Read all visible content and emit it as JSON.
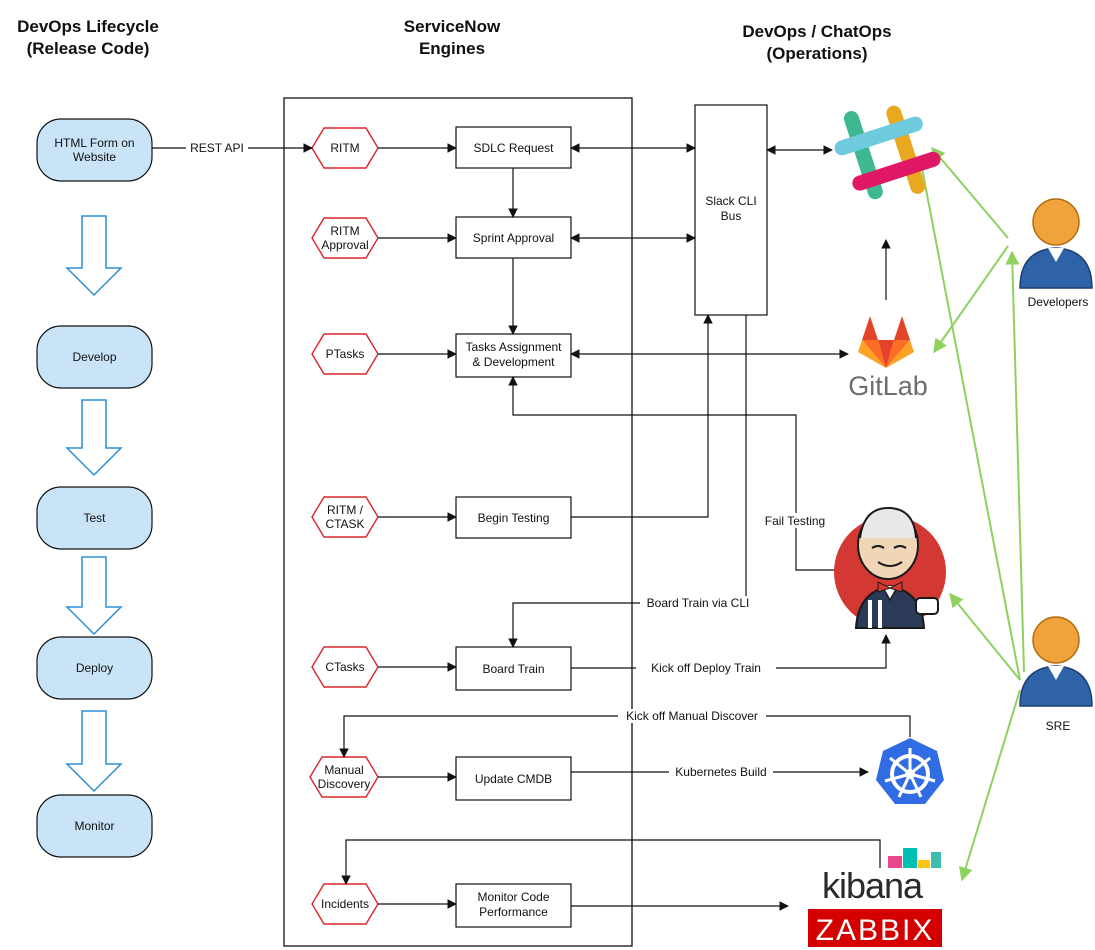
{
  "headers": {
    "lifecycle": [
      "DevOps Lifecycle",
      "(Release Code)"
    ],
    "engines": [
      "ServiceNow",
      "Engines"
    ],
    "operations": [
      "DevOps / ChatOps",
      "(Operations)"
    ]
  },
  "lifecycle_steps": [
    [
      "HTML Form on",
      "Website"
    ],
    [
      "Develop"
    ],
    [
      "Test"
    ],
    [
      "Deploy"
    ],
    [
      "Monitor"
    ]
  ],
  "tickets": [
    [
      "RITM"
    ],
    [
      "RITM",
      "Approval"
    ],
    [
      "PTasks"
    ],
    [
      "RITM /",
      "CTASK"
    ],
    [
      "CTasks"
    ],
    [
      "Manual",
      "Discovery"
    ],
    [
      "Incidents"
    ]
  ],
  "engines": [
    [
      "SDLC Request"
    ],
    [
      "Sprint Approval"
    ],
    [
      "Tasks Assignment",
      "& Development"
    ],
    [
      "Begin Testing"
    ],
    [
      "Board Train"
    ],
    [
      "Update CMDB"
    ],
    [
      "Monitor Code",
      "Performance"
    ]
  ],
  "slack_bus": [
    "Slack CLI",
    "Bus"
  ],
  "edge_labels": {
    "rest_api": "REST API",
    "fail_testing": "Fail Testing",
    "board_train_cli": "Board Train via CLI",
    "kick_off_deploy": "Kick off Deploy Train",
    "kick_off_discover": "Kick off Manual Discover",
    "k8s_build": "Kubernetes Build"
  },
  "tools": {
    "gitlab": "GitLab",
    "kibana": "kibana",
    "zabbix": "ZABBIX"
  },
  "roles": {
    "developers": "Developers",
    "sre": "SRE"
  },
  "colors": {
    "pill_fill": "#c9e4f7",
    "hex_stroke": "#d9262b",
    "green_link": "#8fd15f",
    "down_arrow": "#2b8fd6",
    "gitlab_orange": "#e2432a",
    "k8s_blue": "#326ce5",
    "zabbix_red": "#d40000"
  }
}
